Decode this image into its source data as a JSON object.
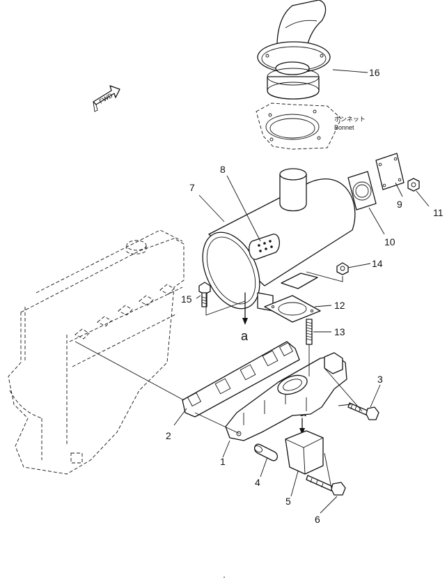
{
  "callouts": [
    "1",
    "2",
    "3",
    "4",
    "5",
    "6",
    "7",
    "8",
    "9",
    "10",
    "11",
    "12",
    "13",
    "14",
    "15",
    "16"
  ],
  "view_marker": "a",
  "fwd_label": "FWD",
  "bonnet_label_jp": "ボンネット",
  "bonnet_label": "Bonnet"
}
